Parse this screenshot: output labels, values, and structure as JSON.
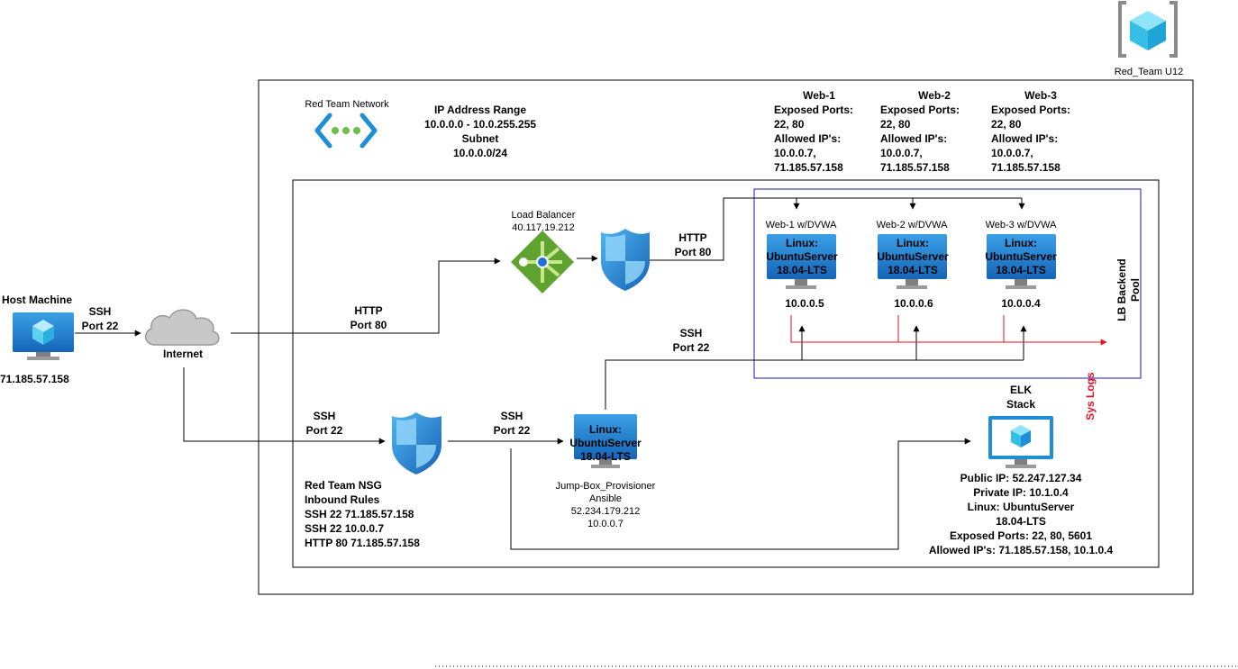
{
  "subscription": {
    "label": "Red_Team U12"
  },
  "network": {
    "name": "Red Team Network",
    "ip_range_label": "IP Address Range",
    "ip_range": "10.0.0.0 - 10.0.255.255",
    "subnet_label": "Subnet",
    "subnet": "10.0.0.0/24"
  },
  "host": {
    "title": "Host Machine",
    "ip": "71.185.57.158"
  },
  "internet": {
    "label": "Internet"
  },
  "edges": {
    "host_ssh_1": "SSH",
    "host_ssh_2": "Port 22",
    "inet_http_1": "HTTP",
    "inet_http_2": "Port 80",
    "lb_http_1": "HTTP",
    "lb_http_2": "Port 80",
    "inet_ssh_1": "SSH",
    "inet_ssh_2": "Port 22",
    "nsg_ssh_1": "SSH",
    "nsg_ssh_2": "Port 22",
    "jump_ssh_1": "SSH",
    "jump_ssh_2": "Port 22",
    "syslogs": "Sys Logs"
  },
  "load_balancer": {
    "name": "Load Balancer",
    "ip": "40.117.19.212"
  },
  "nsg": {
    "title": "Red Team NSG",
    "subtitle": "Inbound Rules",
    "rules": [
      "SSH 22 71.185.57.158",
      "SSH 22 10.0.0.7",
      "HTTP 80 71.185.57.158"
    ]
  },
  "jumpbox": {
    "os1": "Linux:",
    "os2": "UbuntuServer",
    "os3": "18.04-LTS",
    "name": "Jump-Box_Provisioner",
    "role": "Ansible",
    "public_ip": "52.234.179.212",
    "private_ip": "10.0.0.7"
  },
  "backend_pool": {
    "label1": "LB Backend",
    "label2": "Pool"
  },
  "webs": [
    {
      "title": "Web-1",
      "ports_label": "Exposed Ports:",
      "ports": "22, 80",
      "allowed_label": "Allowed IP's:",
      "allowed1": "10.0.0.7,",
      "allowed2": "71.185.57.158",
      "vm_label": "Web-1 w/DVWA",
      "os1": "Linux:",
      "os2": "UbuntuServer",
      "os3": "18.04-LTS",
      "ip": "10.0.0.5"
    },
    {
      "title": "Web-2",
      "ports_label": "Exposed Ports:",
      "ports": "22, 80",
      "allowed_label": "Allowed IP's:",
      "allowed1": "10.0.0.7,",
      "allowed2": "71.185.57.158",
      "vm_label": "Web-2 w/DVWA",
      "os1": "Linux:",
      "os2": "UbuntuServer",
      "os3": "18.04-LTS",
      "ip": "10.0.0.6"
    },
    {
      "title": "Web-3",
      "ports_label": "Exposed Ports:",
      "ports": "22, 80",
      "allowed_label": "Allowed IP's:",
      "allowed1": "10.0.0.7,",
      "allowed2": "71.185.57.158",
      "vm_label": "Web-3 w/DVWA",
      "os1": "Linux:",
      "os2": "UbuntuServer",
      "os3": "18.04-LTS",
      "ip": "10.0.0.4"
    }
  ],
  "elk": {
    "title1": "ELK",
    "title2": "Stack",
    "public_ip": "Public IP: 52.247.127.34",
    "private_ip": "Private IP: 10.1.0.4",
    "os1": "Linux: UbuntuServer",
    "os2": "18.04-LTS",
    "ports": "Exposed Ports: 22, 80, 5601",
    "allowed": "Allowed IP's: 71.185.57.158, 10.1.0.4"
  },
  "colors": {
    "azure_blue": "#1e8fd6",
    "syslog_red": "#e81123",
    "pool_border": "#1a1aa8",
    "lb_green": "#5ea22f"
  }
}
